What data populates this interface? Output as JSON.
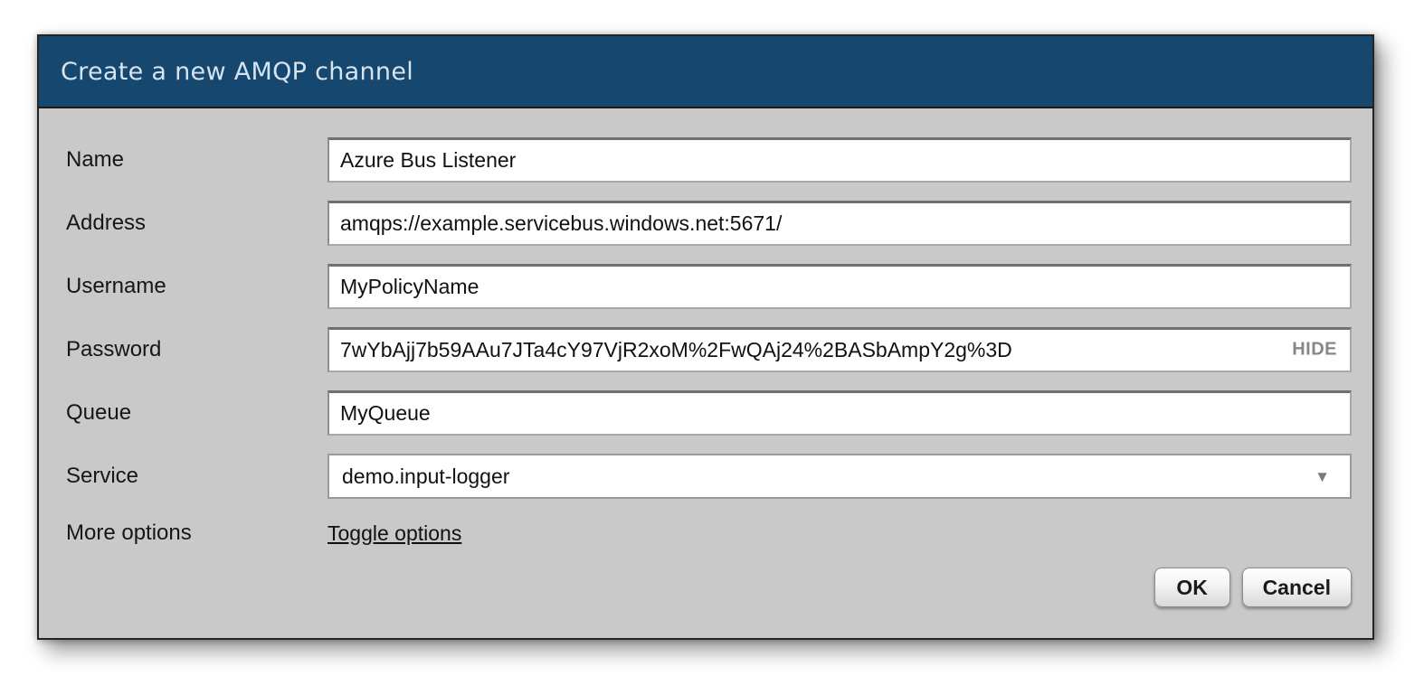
{
  "dialog": {
    "title": "Create a new AMQP channel"
  },
  "form": {
    "name": {
      "label": "Name",
      "value": "Azure Bus Listener"
    },
    "address": {
      "label": "Address",
      "value": "amqps://example.servicebus.windows.net:5671/"
    },
    "username": {
      "label": "Username",
      "value": "MyPolicyName"
    },
    "password": {
      "label": "Password",
      "value": "7wYbAjj7b59AAu7JTa4cY97VjR2xoM%2FwQAj24%2BASbAmpY2g%3D",
      "visibility_toggle_label": "HIDE"
    },
    "queue": {
      "label": "Queue",
      "value": "MyQueue"
    },
    "service": {
      "label": "Service",
      "selected_option": "demo.input-logger"
    },
    "more_options": {
      "label": "More options",
      "link_label": "Toggle options"
    }
  },
  "buttons": {
    "ok_label": "OK",
    "cancel_label": "Cancel"
  },
  "icons": {
    "dropdown_arrow": "▼"
  },
  "colors": {
    "header_background": "#15476f",
    "header_text": "#d5e4f0",
    "body_background": "#c9c9c9",
    "hide_toggle_text": "#878787"
  }
}
